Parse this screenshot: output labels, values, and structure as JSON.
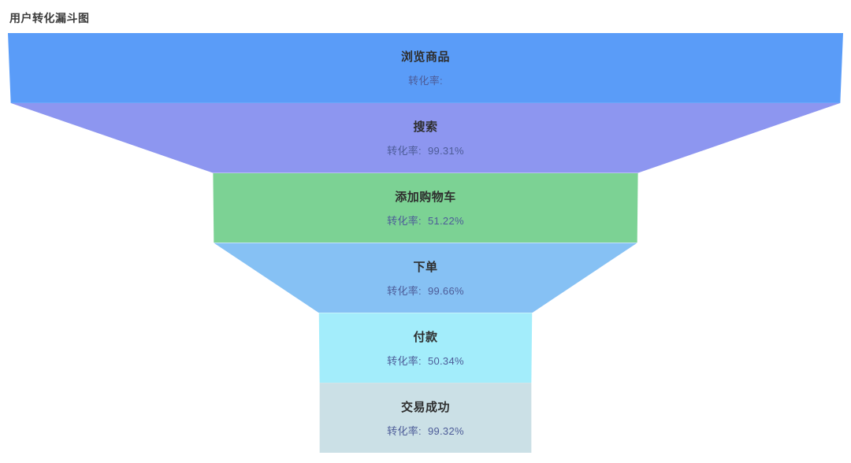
{
  "page": {
    "title": "用户转化漏斗图"
  },
  "chart_data": {
    "type": "funnel",
    "title": "用户转化漏斗图",
    "rate_prefix": "转化率:",
    "legend_position": "none",
    "grid": false,
    "orientation": "top-to-bottom",
    "stages": [
      {
        "label": "浏览商品",
        "rate": "",
        "rate_pct": null,
        "color": "#5a9cf8",
        "top_width_pct": 100,
        "bottom_width_pct": 99.31
      },
      {
        "label": "搜索",
        "rate": "99.31%",
        "rate_pct": 99.31,
        "color": "#8d96f0",
        "top_width_pct": 99.31,
        "bottom_width_pct": 50.87
      },
      {
        "label": "添加购物车",
        "rate": "51.22%",
        "rate_pct": 51.22,
        "color": "#7cd294",
        "top_width_pct": 50.87,
        "bottom_width_pct": 50.69
      },
      {
        "label": "下单",
        "rate": "99.66%",
        "rate_pct": 99.66,
        "color": "#86c1f4",
        "top_width_pct": 50.69,
        "bottom_width_pct": 25.52
      },
      {
        "label": "付款",
        "rate": "50.34%",
        "rate_pct": 50.34,
        "color": "#a3edfb",
        "top_width_pct": 25.52,
        "bottom_width_pct": 25.35
      },
      {
        "label": "交易成功",
        "rate": "99.32%",
        "rate_pct": 99.32,
        "color": "#cbe0e6",
        "top_width_pct": 25.35,
        "bottom_width_pct": 25.35
      }
    ]
  }
}
